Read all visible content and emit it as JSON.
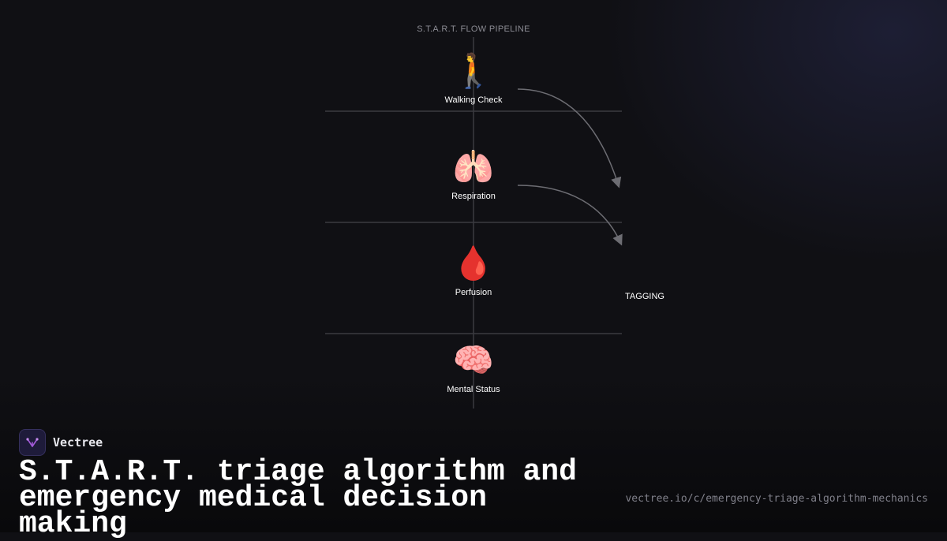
{
  "pipeline": {
    "title": "S.T.A.R.T. FLOW PIPELINE",
    "steps": [
      {
        "icon": "walking-person",
        "glyph": "🚶",
        "label": "Walking Check"
      },
      {
        "icon": "lungs",
        "glyph": "🫁",
        "label": "Respiration"
      },
      {
        "icon": "blood-drop",
        "glyph": "🩸",
        "label": "Perfusion"
      },
      {
        "icon": "brain",
        "glyph": "🧠",
        "label": "Mental Status"
      }
    ],
    "tag_label": "TAGGING"
  },
  "brand": {
    "name": "Vectree"
  },
  "headline": "S.T.A.R.T. triage algorithm and emergency medical decision making",
  "url": "vectree.io/c/emergency-triage-algorithm-mechanics",
  "colors": {
    "background": "#101014",
    "line": "#3a3a40",
    "arrow": "#6d6d73",
    "logo_accent": "#a259d9"
  }
}
